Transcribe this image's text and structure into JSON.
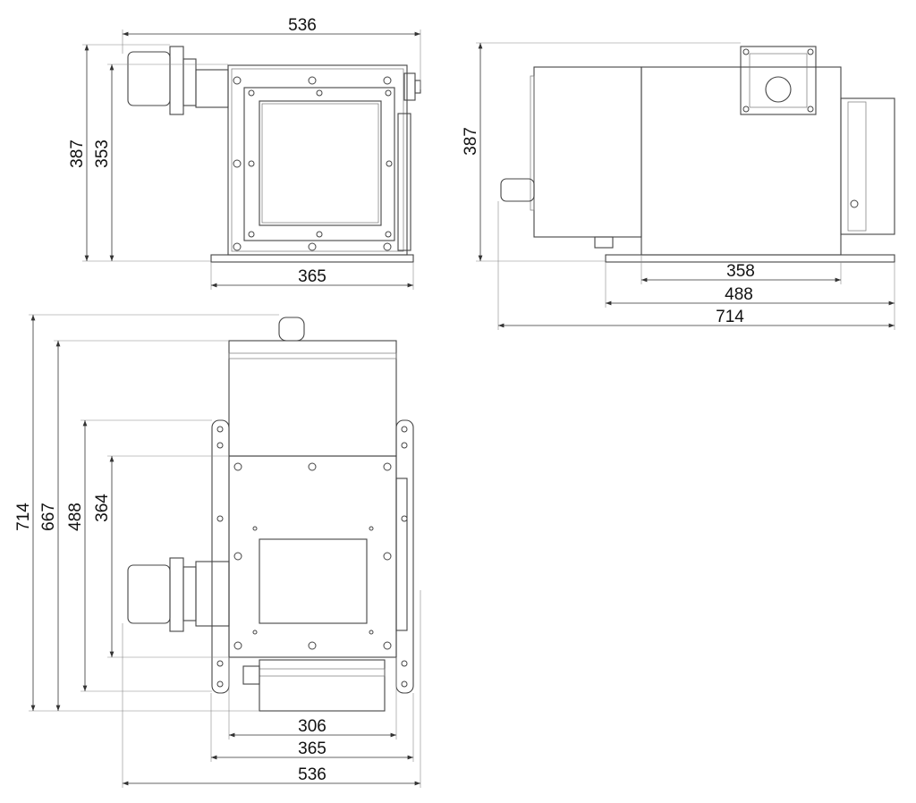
{
  "views": {
    "front": {
      "width_overall": "536",
      "height_overall": "387",
      "height_body": "353",
      "base_width": "365"
    },
    "side": {
      "height_overall": "387",
      "body_length": "358",
      "base_length": "488",
      "length_overall": "714"
    },
    "top": {
      "length_overall": "714",
      "length_body": "667",
      "flange_length": "488",
      "opening_length": "364",
      "opening_width": "306",
      "base_width": "365",
      "width_overall": "536"
    }
  }
}
